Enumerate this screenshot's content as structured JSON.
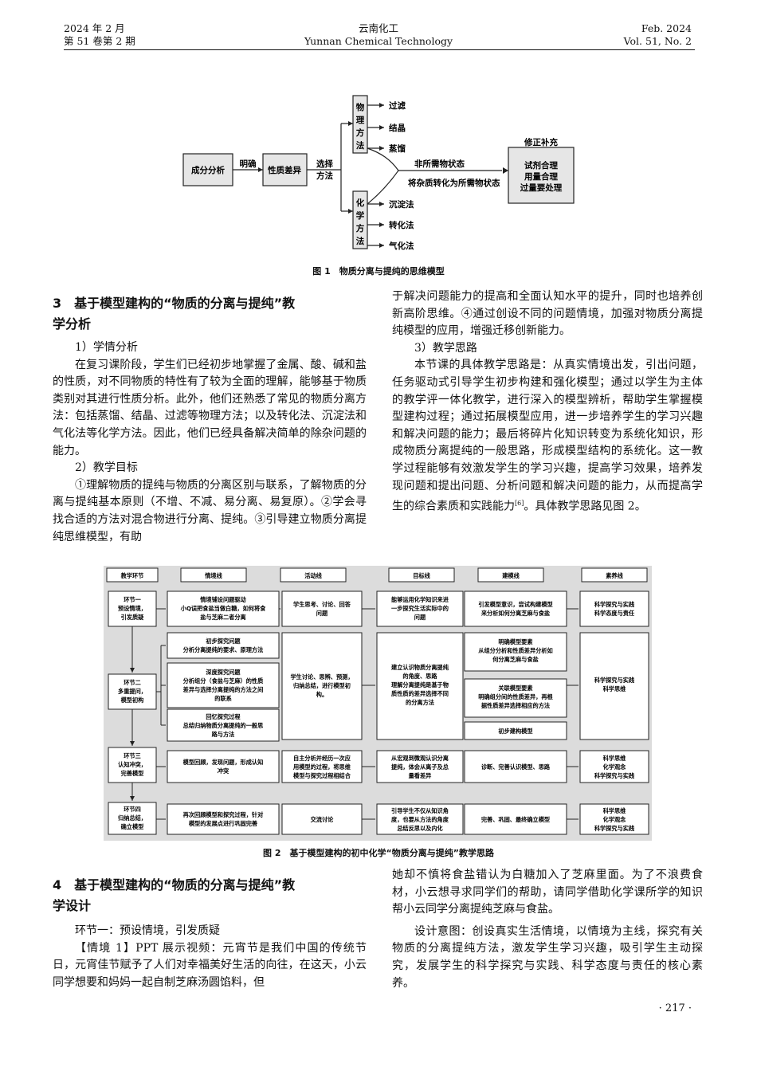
{
  "header": {
    "date_cn": "2024 年 2 月",
    "volume_cn": "第 51 卷第 2 期",
    "journal_cn": "云南化工",
    "journal_en": "Yunnan Chemical Technology",
    "date_en": "Feb. 2024",
    "volume_en": "Vol. 51, No. 2"
  },
  "figure1": {
    "caption": "图 1　物质分离与提纯的思维模型",
    "box_analysis": "成分分析",
    "label_clear": "明确",
    "box_property": "性质差异",
    "label_select_1": "选择",
    "label_select_2": "方法",
    "physical_method": [
      "物",
      "理",
      "方",
      "法"
    ],
    "physical_items": [
      "过滤",
      "结晶",
      "蒸馏"
    ],
    "chemical_method": [
      "化",
      "学",
      "方",
      "法"
    ],
    "chemical_items": [
      "沉淀法",
      "转化法",
      "气化法"
    ],
    "branch_1": "非所需物状态",
    "branch_2": "将杂质转化为所需物状态",
    "correction_title": "修正补充",
    "correction_items": [
      "试剂合理",
      "用量合理",
      "过量要处理"
    ]
  },
  "section3": {
    "heading_1": "3　基于模型建构的“物质的分离与提纯”教",
    "heading_2": "学分析",
    "sub1": "1）学情分析",
    "p1": "在复习课阶段，学生们已经初步地掌握了金属、酸、碱和盐的性质，对不同物质的特性有了较为全面的理解，能够基于物质类别对其进行性质分析。此外，他们还熟悉了常见的物质分离方法：包括蒸馏、结晶、过滤等物理方法；以及转化法、沉淀法和气化法等化学方法。因此，他们已经具备解决简单的除杂问题的能力。",
    "sub2": "2）教学目标",
    "p2": "①理解物质的提纯与物质的分离区别与联系，了解物质的分离与提纯基本原则（不增、不减、易分离、易复原）。②学会寻找合适的方法对混合物进行分离、提纯。③引导建立物质分离提纯思维模型，有助",
    "p2_cont": "于解决问题能力的提高和全面认知水平的提升，同时也培养创新高阶思维。④通过创设不同的问题情境，加强对物质分离提纯模型的应用，增强迁移创新能力。",
    "sub3": "3）教学思路",
    "p3": "本节课的具体教学思路是：从真实情境出发，引出问题，任务驱动式引导学生初步构建和强化模型；通过以学生为主体的教学评一体化教学，进行深入的模型辨析，帮助学生掌握模型建构过程；通过拓展模型应用，进一步培养学生的学习兴趣和解决问题的能力；最后将碎片化知识转变为系统化知识，形成物质分离提纯的一般思路，形成模型结构的系统化。这一教学过程能够有效激发学生的学习兴趣，提高学习效果，培养发现问题和提出问题、分析问题和解决问题的能力，从而提高学生的综合素质和实践能力",
    "ref": "[6]",
    "p3_end": "。具体教学思路见图 2。"
  },
  "figure2": {
    "caption": "图 2　基于模型建构的初中化学“物质分离与提纯”教学思路",
    "headers": [
      "教学环节",
      "情境线",
      "活动线",
      "目标线",
      "建模线",
      "素养线"
    ],
    "stages": [
      [
        "环节一",
        "预设情境，",
        "引发质疑"
      ],
      [
        "环节二",
        "多重提问，",
        "模型初构"
      ],
      [
        "环节三",
        "认知冲突，",
        "完善模型"
      ],
      [
        "环节四",
        "归纳总结，",
        "确立模型"
      ]
    ],
    "situation": [
      [
        "情境铺设问题驱动",
        "小Q误把食盐当做白糖，如何将食",
        "盐与芝麻二者分离"
      ],
      [
        "初步探究问题",
        "分析分离提纯的要求、原理方法"
      ],
      [
        "深度探究问题",
        "分析组分（食盐与芝麻）的性质",
        "差异与选择分离提纯的方法之间",
        "的联系"
      ],
      [
        "回忆探究过程",
        "总结归纳物质分离提纯的一般思",
        "路与方法"
      ],
      [
        "模型回顾，发现问题，形成认知",
        "冲突"
      ],
      [
        "再次回顾模型和探究过程，针对",
        "模型的发展点进行巩固完善"
      ]
    ],
    "activity": [
      [
        "学生思考、讨论、回答",
        "问题"
      ],
      [
        "学生讨论、思辨、预测，",
        "归纳总结，进行模型初",
        "构。"
      ],
      [
        "自主分析并经历一次应",
        "用模型的过程，将思维",
        "模型与探究过程相结合"
      ],
      [
        "交流讨论"
      ]
    ],
    "goal": [
      [
        "能够运用化学知识来进",
        "一步探究生活实际中的",
        "问题"
      ],
      [
        "建立认识物质分离提纯",
        "的角度、思路",
        "理解分离提纯是基于物",
        "质性质的差异选择不同",
        "的分离方法"
      ],
      [
        "从宏观到微观认识分离",
        "提纯，体会从离子及总",
        "量看差异"
      ],
      [
        "引导学生不仅从知识角",
        "度，也要从方法的角度",
        "总结反思以及内化"
      ]
    ],
    "modeling": [
      [
        "引发模型意识，尝试构建模型",
        "来分析如何分离芝麻与食盐"
      ],
      [
        "明确模型要素",
        "从组分分析和性质差异分析如",
        "何分离芝麻与食盐"
      ],
      [
        "关联模型要素",
        "明确组分间的性质差异，再根",
        "据性质差异选择相应的方法"
      ],
      [
        "初步建构模型"
      ],
      [
        "诊断、完善认识模型、思路"
      ],
      [
        "完善、巩固、最终确立模型"
      ]
    ],
    "literacy": [
      [
        "科学探究与实践",
        "科学态度与责任"
      ],
      [
        "科学探究与实践",
        "科学思维"
      ],
      [
        "科学思维",
        "化学观念",
        "科学探究与实践"
      ],
      [
        "科学思维",
        "化学观念",
        "科学探究与实践"
      ]
    ]
  },
  "section4": {
    "heading_1": "4　基于模型建构的“物质的分离与提纯”教",
    "heading_2": "学设计",
    "stage1": "环节一：预设情境，引发质疑",
    "p1": "【情境 1】PPT 展示视频：元宵节是我们中国的传统节日，元宵佳节赋予了人们对幸福美好生活的向往，在这天，小云同学想要和妈妈一起自制芝麻汤圆馅料，但",
    "p1_cont": "她却不慎将食盐错认为白糖加入了芝麻里面。为了不浪费食材，小云想寻求同学们的帮助，请同学借助化学课所学的知识帮小云同学分离提纯芝麻与食盐。",
    "p2": "设计意图：创设真实生活情境，以情境为主线，探究有关物质的分离提纯方法，激发学生学习兴趣，吸引学生主动探究，发展学生的科学探究与实践、科学态度与责任的核心素养。"
  },
  "page_number": "· 217 ·"
}
